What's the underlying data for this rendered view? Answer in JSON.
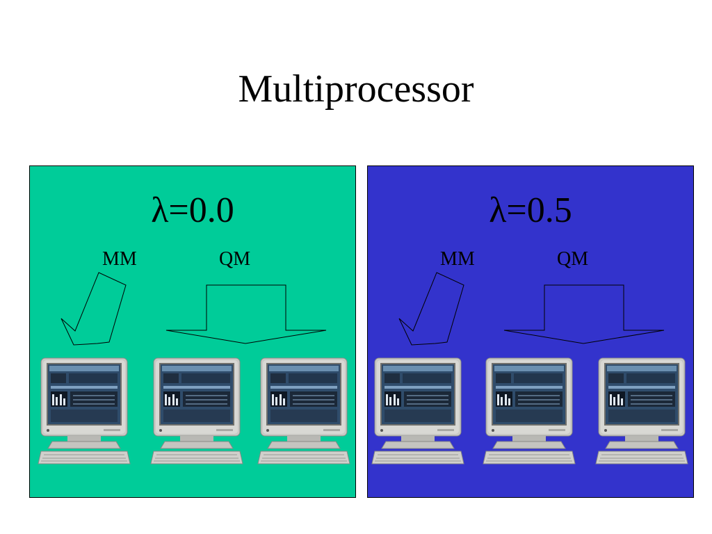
{
  "title": "Multiprocessor",
  "panels": [
    {
      "lambda_label": "λ=0.0",
      "mm_label": "MM",
      "qm_label": "QM",
      "background": "#00cc99"
    },
    {
      "lambda_label": "λ=0.5",
      "mm_label": "MM",
      "qm_label": "QM",
      "background": "#3333cc"
    }
  ],
  "colors": {
    "screen": "#3a5a7a",
    "monitor_body": "#c8c8c4",
    "arrow_stroke": "#000000"
  },
  "icons": [
    "computer-workstation-icon",
    "diagonal-arrow-icon",
    "split-arrow-icon"
  ]
}
